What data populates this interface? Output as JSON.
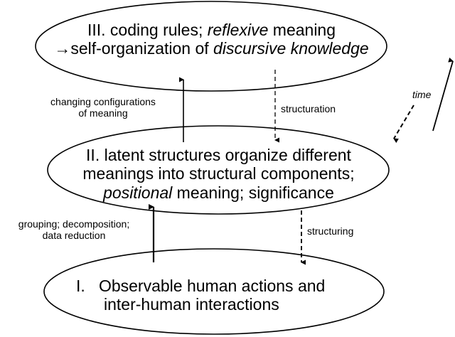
{
  "diagram": {
    "type": "layered-ellipse-flow",
    "levels": [
      {
        "id": "III",
        "line1": {
          "prefix": "III. coding rules; ",
          "italic": "reflexive",
          "suffix": " meaning"
        },
        "line2": {
          "prefix": "→self-organization of ",
          "italic": "discursive knowledge",
          "suffix": ""
        }
      },
      {
        "id": "II",
        "line1": "II. latent structures organize different",
        "line2": "meanings into structural components;",
        "line3": {
          "italic": "positional",
          "suffix": " meaning; significance"
        }
      },
      {
        "id": "I",
        "line1": "I.   Observable human actions and",
        "line2": "inter-human interactions"
      }
    ],
    "arrows": {
      "upper_up_label": [
        "changing configurations",
        "of meaning"
      ],
      "upper_down_label": "structuration",
      "lower_up_label": [
        "grouping; decomposition;",
        "data reduction"
      ],
      "lower_down_label": "structuring",
      "time_label": "time"
    },
    "colors": {
      "stroke": "#000000",
      "background": "#ffffff"
    }
  }
}
